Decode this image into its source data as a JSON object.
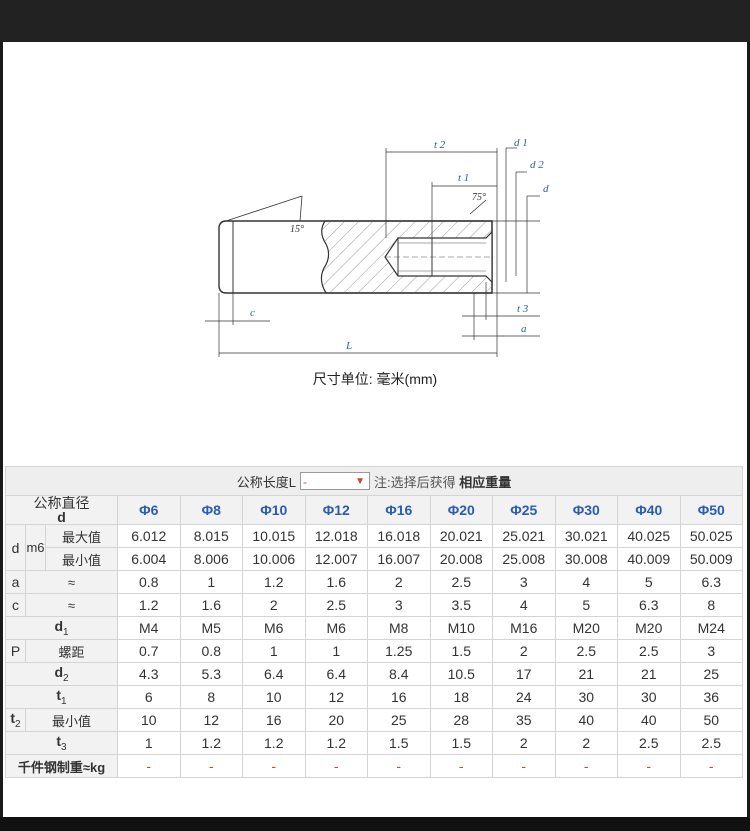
{
  "drawing": {
    "labels": {
      "t2": "t 2",
      "t1": "t 1",
      "d1": "d 1",
      "d2": "d 2",
      "d": "d",
      "angle_right": "75°",
      "angle_left": "15°",
      "c": "c",
      "L": "L",
      "t3": "t 3",
      "a": "a"
    },
    "caption": "尺寸单位: 毫米(mm)"
  },
  "selector": {
    "label": "公称长度L",
    "value": "-",
    "hint": "注:选择后获得",
    "hint_bold": "相应重量"
  },
  "table": {
    "header_label": "公称直径",
    "header_sub": "d",
    "diameters": [
      "Φ6",
      "Φ8",
      "Φ10",
      "Φ12",
      "Φ16",
      "Φ20",
      "Φ25",
      "Φ30",
      "Φ40",
      "Φ50"
    ],
    "rows": {
      "d_label": "d",
      "m6_label": "m6",
      "max_label": "最大值",
      "d_max": [
        "6.012",
        "8.015",
        "10.015",
        "12.018",
        "16.018",
        "20.021",
        "25.021",
        "30.021",
        "40.025",
        "50.025"
      ],
      "min_label": "最小值",
      "d_min": [
        "6.004",
        "8.006",
        "10.006",
        "12.007",
        "16.007",
        "20.008",
        "25.008",
        "30.008",
        "40.009",
        "50.009"
      ],
      "a_label": "a",
      "a_sub": "≈",
      "a": [
        "0.8",
        "1",
        "1.2",
        "1.6",
        "2",
        "2.5",
        "3",
        "4",
        "5",
        "6.3"
      ],
      "c_label": "c",
      "c_sub": "≈",
      "c": [
        "1.2",
        "1.6",
        "2",
        "2.5",
        "3",
        "3.5",
        "4",
        "5",
        "6.3",
        "8"
      ],
      "d1_label": "d",
      "d1_subscript": "1",
      "d1": [
        "M4",
        "M5",
        "M6",
        "M6",
        "M8",
        "M10",
        "M16",
        "M20",
        "M20",
        "M24"
      ],
      "p_label": "P",
      "p_sub": "螺距",
      "p": [
        "0.7",
        "0.8",
        "1",
        "1",
        "1.25",
        "1.5",
        "2",
        "2.5",
        "2.5",
        "3"
      ],
      "d2_label": "d",
      "d2_subscript": "2",
      "d2": [
        "4.3",
        "5.3",
        "6.4",
        "6.4",
        "8.4",
        "10.5",
        "17",
        "21",
        "21",
        "25"
      ],
      "t1_label": "t",
      "t1_subscript": "1",
      "t1": [
        "6",
        "8",
        "10",
        "12",
        "16",
        "18",
        "24",
        "30",
        "30",
        "36"
      ],
      "t2_label": "t",
      "t2_subscript": "2",
      "t2_sub": "最小值",
      "t2": [
        "10",
        "12",
        "16",
        "20",
        "25",
        "28",
        "35",
        "40",
        "40",
        "50"
      ],
      "t3_label": "t",
      "t3_subscript": "3",
      "t3": [
        "1",
        "1.2",
        "1.2",
        "1.2",
        "1.5",
        "1.5",
        "2",
        "2",
        "2.5",
        "2.5"
      ],
      "weight_label": "千件钢制重≈kg",
      "weight": [
        "-",
        "-",
        "-",
        "-",
        "-",
        "-",
        "-",
        "-",
        "-",
        "-"
      ]
    }
  }
}
